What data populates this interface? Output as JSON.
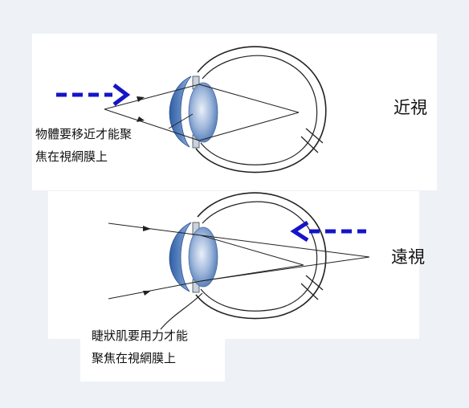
{
  "myopia": {
    "title": "近視",
    "note_line1": "物體要移近才能聚",
    "note_line2": "焦在視網膜上"
  },
  "hyperopia": {
    "title": "遠視",
    "note_line1": "睫狀肌要用力才能",
    "note_line2": "聚焦在視網膜上"
  },
  "colors": {
    "background": "#eef2f7",
    "panel": "#ffffff",
    "arrow": "#1414c8",
    "lens": "#5f86be",
    "cornea": "#3f6fb4",
    "line": "#222222"
  },
  "icons": [
    "dashed-arrow-right-icon",
    "dashed-arrow-left-icon"
  ]
}
